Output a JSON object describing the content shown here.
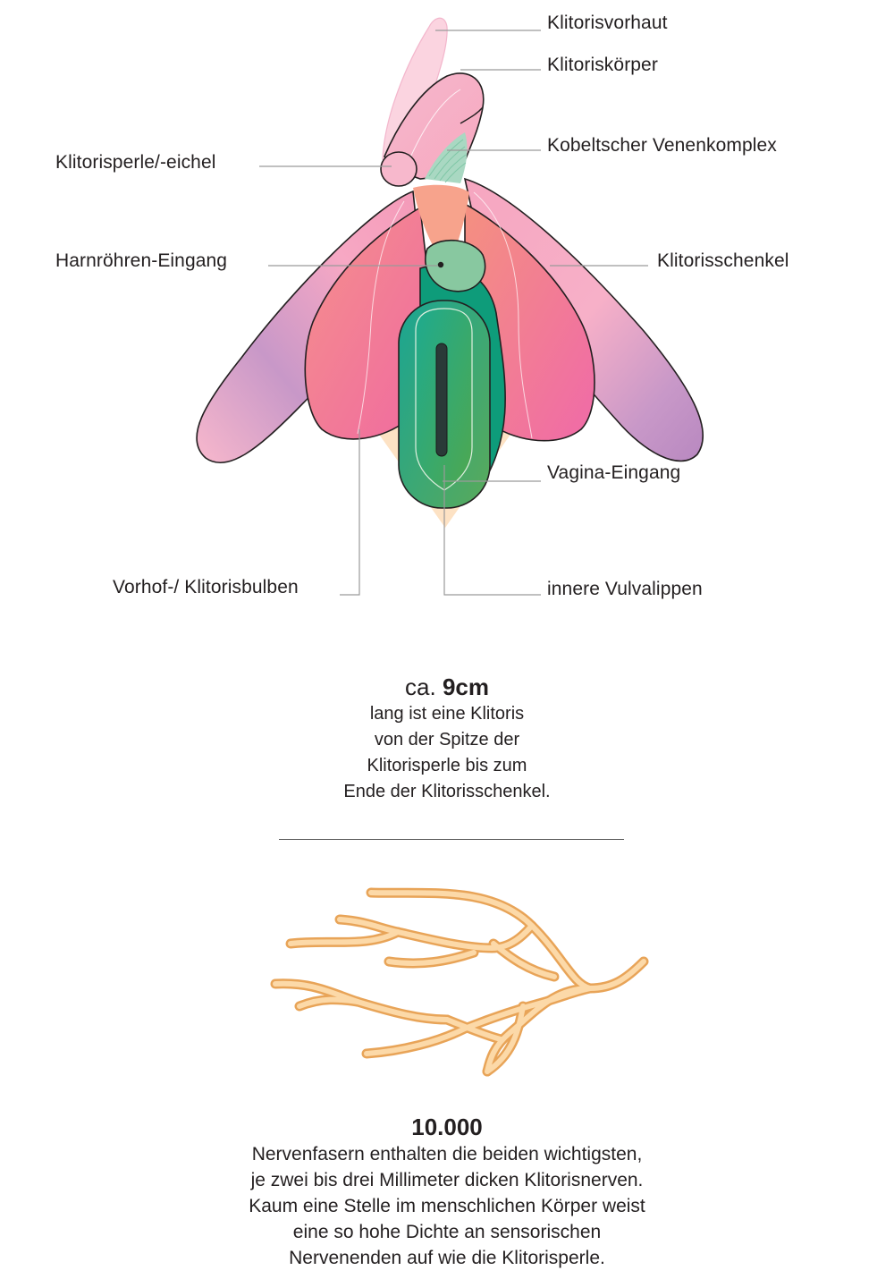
{
  "diagram": {
    "labels": {
      "klitorisvorhaut": "Klitorisvorhaut",
      "klitoriskoerper": "Klitoriskörper",
      "venenkomplex": "Kobeltscher Venenkomplex",
      "klitorisperle": "Klitorisperle/-eichel",
      "harnroehre": "Harnröhren-Eingang",
      "klitorisschenkel": "Klitorisschenkel",
      "vagina": "Vagina-Eingang",
      "bulben": "Vorhof-/ Klitorisbulben",
      "vulvalippen": "innere Vulvalippen"
    }
  },
  "stat_length": {
    "prefix": "ca.",
    "value": "9cm",
    "lines": [
      "lang ist eine Klitoris",
      "von der Spitze der",
      "Klitorisperle bis zum",
      "Ende der Klitorisschenkel."
    ]
  },
  "stat_nerves": {
    "value": "10.000",
    "lines": [
      "Nervenfasern enthalten die beiden wichtigsten,",
      "je zwei bis drei Millimeter dicken Klitorisnerven.",
      "Kaum eine Stelle im menschlichen Körper weist",
      "eine so hohe Dichte an sensorischen",
      "Nervenenden auf wie die Klitorisperle."
    ]
  },
  "colors": {
    "pink": "#f7a8c4",
    "hot_pink": "#f07aa8",
    "lilac": "#c898c8",
    "coral": "#f58c8c",
    "green": "#3aa67a",
    "teal": "#1aa592",
    "peach": "#fde0c0",
    "nerve": "#f5b870"
  }
}
